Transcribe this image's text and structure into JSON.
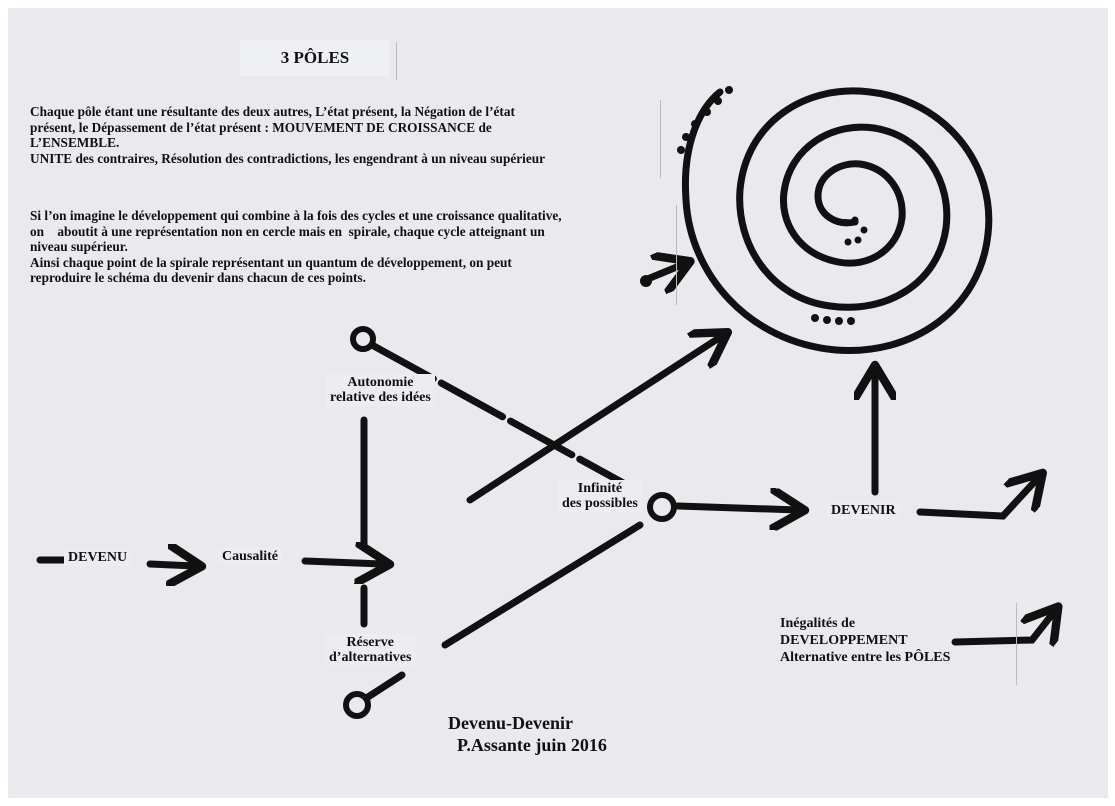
{
  "title": "3 PÔLES",
  "paragraph_1": "Chaque pôle étant une résultante des deux autres, L’état présent, la Négation de l’état\nprésent, le Dépassement de l’état présent : MOUVEMENT DE CROISSANCE de\nL’ENSEMBLE.\nUNITE des contraires, Résolution des contradictions, les engendrant à un niveau supérieur",
  "paragraph_2": "Si l’on imagine le développement qui combine à la fois des cycles et une croissance qualitative,\non    aboutit à une représentation non en cercle mais en  spirale, chaque cycle atteignant un\nniveau supérieur.\nAinsi chaque point de la spirale représentant un quantum de développement, on peut\nreproduire le schéma du devenir dans chacun de ces points.",
  "nodes": {
    "autonomie": "Autonomie\nrelative des idées",
    "infinite": "Infinité\ndes possibles",
    "devenu": "DEVENU",
    "causalite": "Causalité",
    "devenir": "DEVENIR",
    "reserve": "Réserve\nd’alternatives",
    "inegalites": "Inégalités de\nDEVELOPPEMENT\nAlternative entre les PÔLES"
  },
  "footer": "Devenu-Devenir\n  P.Assante juin 2016",
  "colors": {
    "ink": "#111111",
    "paper": "#e9e9ee"
  }
}
